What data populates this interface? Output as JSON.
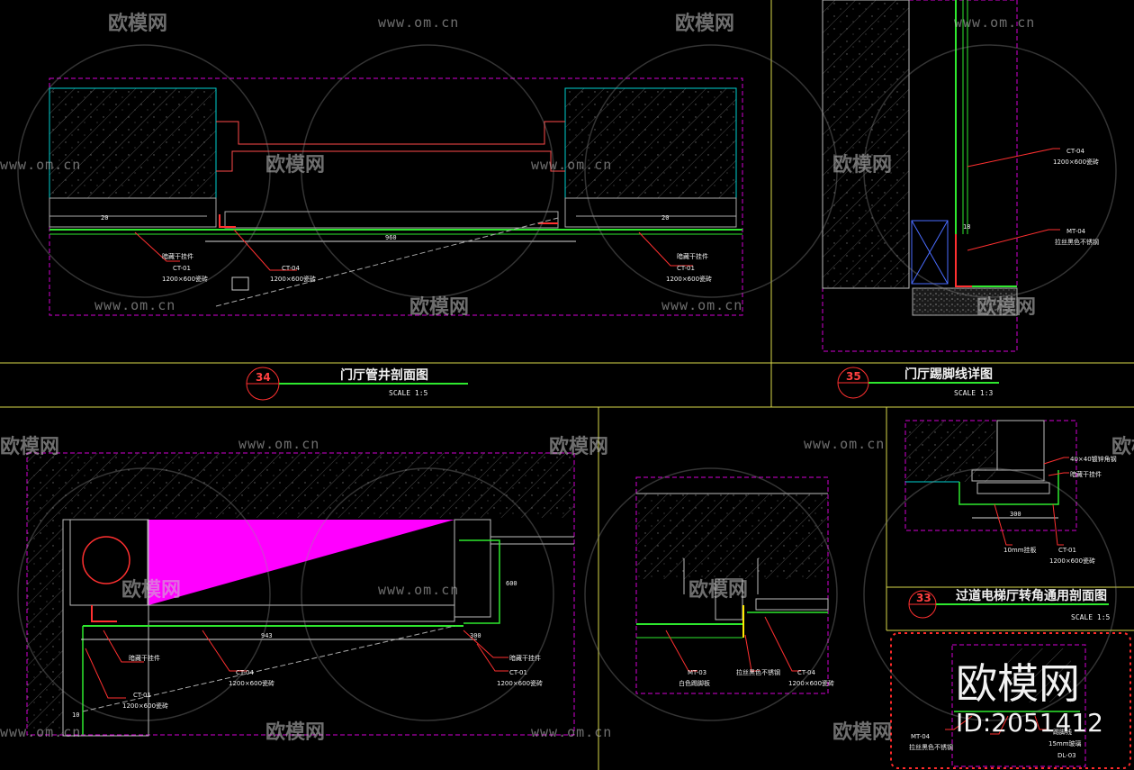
{
  "details": [
    {
      "number": "34",
      "title": "门厅管井剖面图",
      "scale": "SCALE 1:5"
    },
    {
      "number": "35",
      "title": "门厅踢脚线详图",
      "scale": "SCALE 1:3"
    },
    {
      "number": "33",
      "title": "过道电梯厅转角通用剖面图",
      "scale": "SCALE 1:5"
    }
  ],
  "labels": {
    "d34_left_a": "暗藏干挂件",
    "d34_left_b": "CT-01",
    "d34_left_c": "1200×600瓷砖",
    "d34_mid_a": "CT-04",
    "d34_mid_b": "1200×600瓷砖",
    "d34_right_a": "暗藏干挂件",
    "d34_right_b": "CT-01",
    "d34_right_c": "1200×600瓷砖",
    "d35_a": "CT-04",
    "d35_b": "1200×600瓷砖",
    "d35_c": "MT-04",
    "d35_d": "拉丝黑色不锈钢",
    "b1_a": "暗藏干挂件",
    "b1_b": "CT-01",
    "b1_c": "1200×600瓷砖",
    "b1_d": "CT-04",
    "b1_e": "1200×600瓷砖",
    "b1_f": "暗藏干挂件",
    "b1_g": "CT-01",
    "b1_h": "1200×600瓷砖",
    "b2_a": "MT-03",
    "b2_b": "白色踢脚板",
    "b2_c": "拉丝黑色不锈钢",
    "b2_d": "CT-04",
    "b2_e": "1200×600瓷砖",
    "d33_a": "40×40镀锌角钢",
    "d33_b": "暗藏干挂件",
    "d33_c": "10mm挂板",
    "d33_d": "CT-01",
    "d33_e": "1200×600瓷砖",
    "br_a": "MT-04",
    "br_b": "拉丝黑色不锈钢",
    "br_c": "踢脚线",
    "br_d": "15mm玻璃",
    "br_e": "DL-03"
  },
  "dims": {
    "d34_a": "20",
    "d34_b": "960",
    "d34_c": "20",
    "d35_a": "18",
    "b1_a": "943",
    "b1_b": "300",
    "b1_c": "600",
    "b1_d": "10",
    "d33_a": "300"
  },
  "watermark": {
    "url": "www.om.cn",
    "brand": "欧模网",
    "id": "ID:2051412"
  },
  "colors": {
    "frame": "#e3e35a",
    "outline": "#d400d4",
    "cyan": "#00d8d8",
    "green": "#2ee82e",
    "red": "#ff3030",
    "magenta_fill": "#ff00ff",
    "blue": "#4a6cff",
    "hatch": "#3a3a3a"
  }
}
